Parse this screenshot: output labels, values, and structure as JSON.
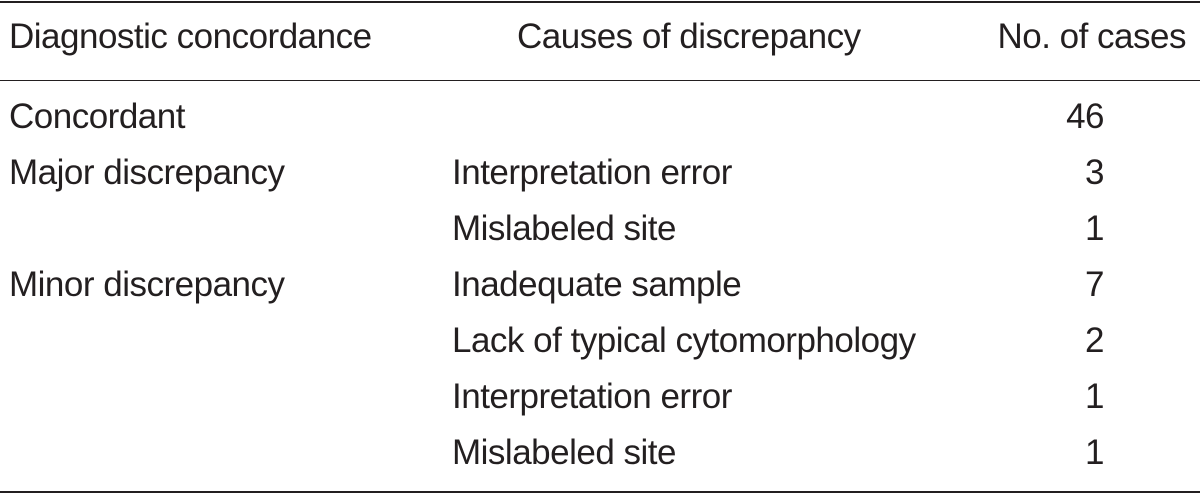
{
  "table": {
    "headers": {
      "col1": "Diagnostic concordance",
      "col2": "Causes of discrepancy",
      "col3": "No. of cases"
    },
    "rows": [
      {
        "concordance": "Concordant",
        "cause": "",
        "cases": "46"
      },
      {
        "concordance": "Major discrepancy",
        "cause": "Interpretation error",
        "cases": "3"
      },
      {
        "concordance": "",
        "cause": "Mislabeled site",
        "cases": "1"
      },
      {
        "concordance": "Minor discrepancy",
        "cause": "Inadequate sample",
        "cases": "7"
      },
      {
        "concordance": "",
        "cause": "Lack of typical cytomorphology",
        "cases": "2"
      },
      {
        "concordance": "",
        "cause": "Interpretation error",
        "cases": "1"
      },
      {
        "concordance": "",
        "cause": "Mislabeled site",
        "cases": "1"
      }
    ]
  }
}
